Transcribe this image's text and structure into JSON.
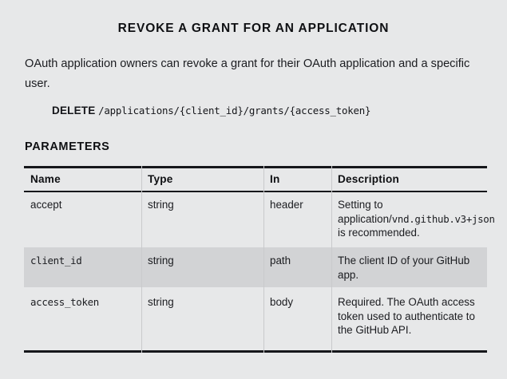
{
  "document": {
    "title": "REVOKE A GRANT FOR AN APPLICATION",
    "intro": "OAuth application owners can revoke a grant for their OAuth application and a specific user.",
    "endpoint": {
      "method": "DELETE",
      "path": "/applications/{client_id}/grants/{access_token}"
    },
    "section_title": "PARAMETERS"
  },
  "table": {
    "columns": [
      "Name",
      "Type",
      "In",
      "Description"
    ],
    "rows": [
      {
        "name": "accept",
        "type": "string",
        "in": "header",
        "description": "Setting to application/vnd.github.v3+json is recommended.",
        "description_parts": [
          {
            "text": "Setting to application/",
            "mono": false
          },
          {
            "text": "vnd.github.v3+json",
            "mono": true
          },
          {
            "text": " is recommended.",
            "mono": false
          }
        ],
        "name_mono": false,
        "shaded": false
      },
      {
        "name": "client_id",
        "type": "string",
        "in": "path",
        "description": "The client ID of your GitHub app.",
        "name_mono": true,
        "shaded": true
      },
      {
        "name": "access_token",
        "type": "string",
        "in": "body",
        "description": "Required. The OAuth access token used to authenticate to the GitHub API.",
        "name_mono": true,
        "shaded": false
      }
    ]
  },
  "colors": {
    "page_background": "#e7e8e9",
    "shaded_row": "#d2d3d5",
    "rule": "#16171b",
    "divider": "#c9cacc",
    "text": "#1b1c20"
  }
}
